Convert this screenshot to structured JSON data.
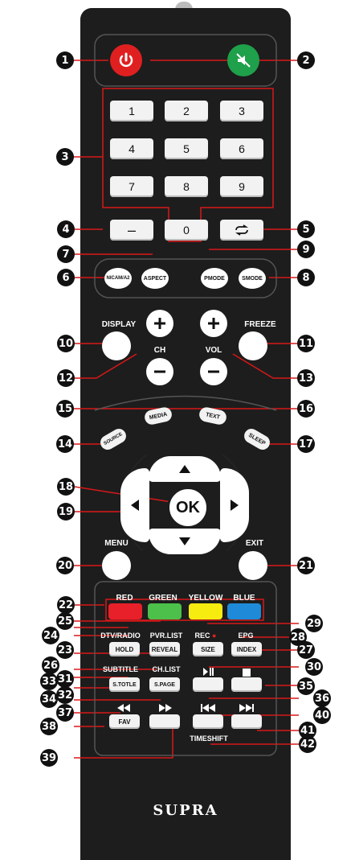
{
  "brand": "SUPRA",
  "buttons": {
    "digits": [
      "1",
      "2",
      "3",
      "4",
      "5",
      "6",
      "7",
      "8",
      "9"
    ],
    "zero": "0",
    "dash": "–",
    "nicam": "NICAM/A2",
    "aspect": "ASPECT",
    "pmode": "PMODE",
    "smode": "SMODE",
    "ok": "OK",
    "source": "SOURCE",
    "media": "MEDIA",
    "text": "TEXT",
    "sleep": "SLEEP",
    "hold": "HOLD",
    "reveal": "REVEAL",
    "size": "SIZE",
    "index": "INDEX",
    "s_totle": "S.TOTLE",
    "s_page": "S.PAGE",
    "fav": "FAV"
  },
  "labels": {
    "display": "DISPLAY",
    "freeze": "FREEZE",
    "ch": "CH",
    "vol": "VOL",
    "menu": "MENU",
    "exit": "EXIT",
    "red": "RED",
    "green": "GREEN",
    "yellow": "YELLOW",
    "blue": "BLUE",
    "dtv_radio": "DTV/RADIO",
    "pvr_list": "PVR.LIST",
    "rec": "REC",
    "epg": "EPG",
    "subtitle": "SUBTITLE",
    "ch_list": "CH.LIST",
    "timeshift": "TIMESHIFT"
  },
  "markers": [
    "1",
    "2",
    "3",
    "4",
    "5",
    "6",
    "7",
    "8",
    "9",
    "10",
    "11",
    "12",
    "13",
    "14",
    "15",
    "16",
    "17",
    "18",
    "19",
    "20",
    "21",
    "22",
    "23",
    "24",
    "25",
    "26",
    "27",
    "28",
    "29",
    "30",
    "31",
    "32",
    "33",
    "34",
    "35",
    "36",
    "37",
    "38",
    "39",
    "40",
    "41",
    "42"
  ],
  "colors": {
    "body": "#1d1d1d",
    "power": "#e02020",
    "mute": "#1fa04a",
    "red": "#e8202a",
    "green": "#4cc04a",
    "yellow": "#f7ec10",
    "blue": "#1e8ad8",
    "callout_line": "#d81818"
  },
  "icons": [
    "power-icon",
    "mute-icon",
    "repeat-icon",
    "plus-icon",
    "minus-icon",
    "arrow-up-icon",
    "arrow-down-icon",
    "arrow-left-icon",
    "arrow-right-icon",
    "play-pause-icon",
    "stop-icon",
    "rewind-icon",
    "fast-forward-icon",
    "previous-icon",
    "next-icon",
    "record-dot-icon"
  ]
}
